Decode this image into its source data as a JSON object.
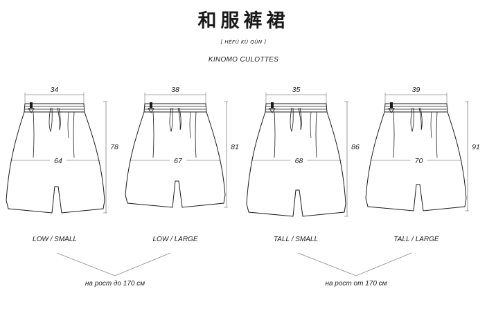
{
  "header": {
    "title": "和服裤裙",
    "romaji": "[ HÉFÚ KÙ QÚN ]",
    "subtitle": "KINOMO CULOTTES"
  },
  "garments": [
    {
      "name": "LOW / SMALL",
      "waist": "34",
      "hip": "64",
      "length": "78"
    },
    {
      "name": "LOW / LARGE",
      "waist": "38",
      "hip": "67",
      "length": "81"
    },
    {
      "name": "TALL / SMALL",
      "waist": "35",
      "hip": "68",
      "length": "86"
    },
    {
      "name": "TALL / LARGE",
      "waist": "39",
      "hip": "70",
      "length": "91"
    }
  ],
  "groups": [
    {
      "label": "на рост до 170 см"
    },
    {
      "label": "на рост от 170 см"
    }
  ]
}
